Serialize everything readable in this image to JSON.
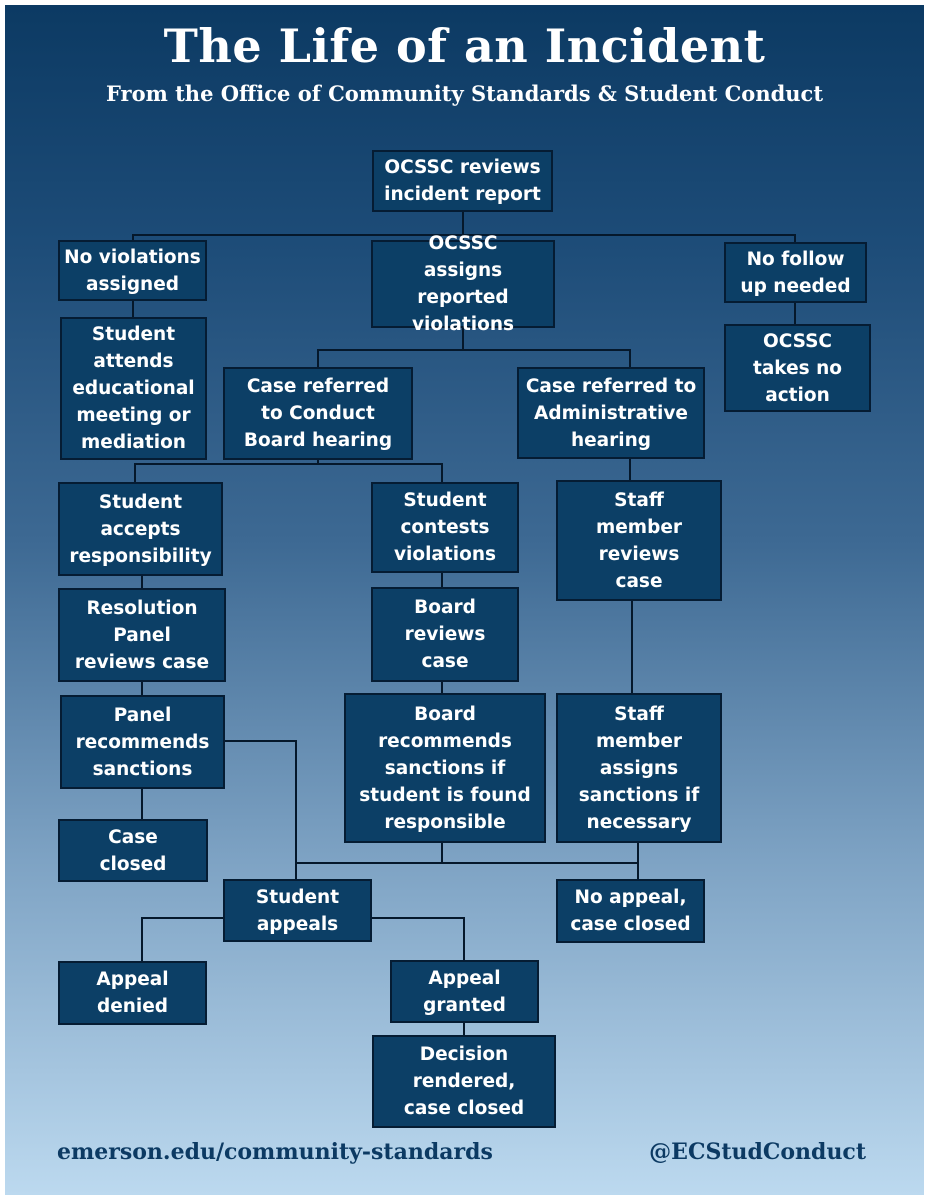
{
  "title": "The Life of an Incident",
  "subtitle": "From the Office of Community Standards & Student Conduct",
  "nodes": {
    "reviews_report": "OCSSC reviews\nincident report",
    "no_violations": "No violations\nassigned",
    "assigns_violations": "OCSSC\nassigns reported\nviolations",
    "no_follow_up": "No follow\nup needed",
    "educational_meeting": "Student\nattends\neducational\nmeeting or\nmediation",
    "takes_no_action": "OCSSC\ntakes no\naction",
    "conduct_board_referral": "Case referred\nto Conduct\nBoard hearing",
    "administrative_referral": "Case referred to\nAdministrative\nhearing",
    "accepts_responsibility": "Student\naccepts\nresponsibility",
    "contests_violations": "Student\ncontests\nviolations",
    "staff_reviews": "Staff\nmember\nreviews\ncase",
    "resolution_panel": "Resolution\nPanel\nreviews case",
    "board_reviews": "Board\nreviews\ncase",
    "panel_recommends": "Panel\nrecommends\nsanctions",
    "board_recommends": "Board\nrecommends\nsanctions if\nstudent is found\nresponsible",
    "staff_assigns": "Staff\nmember\nassigns\nsanctions if\nnecessary",
    "case_closed": "Case\nclosed",
    "student_appeals": "Student\nappeals",
    "no_appeal": "No appeal,\ncase closed",
    "appeal_denied": "Appeal\ndenied",
    "appeal_granted": "Appeal\ngranted",
    "decision_rendered": "Decision\nrendered,\ncase closed"
  },
  "footer": {
    "url": "emerson.edu/community-standards",
    "handle": "@ECStudConduct"
  }
}
